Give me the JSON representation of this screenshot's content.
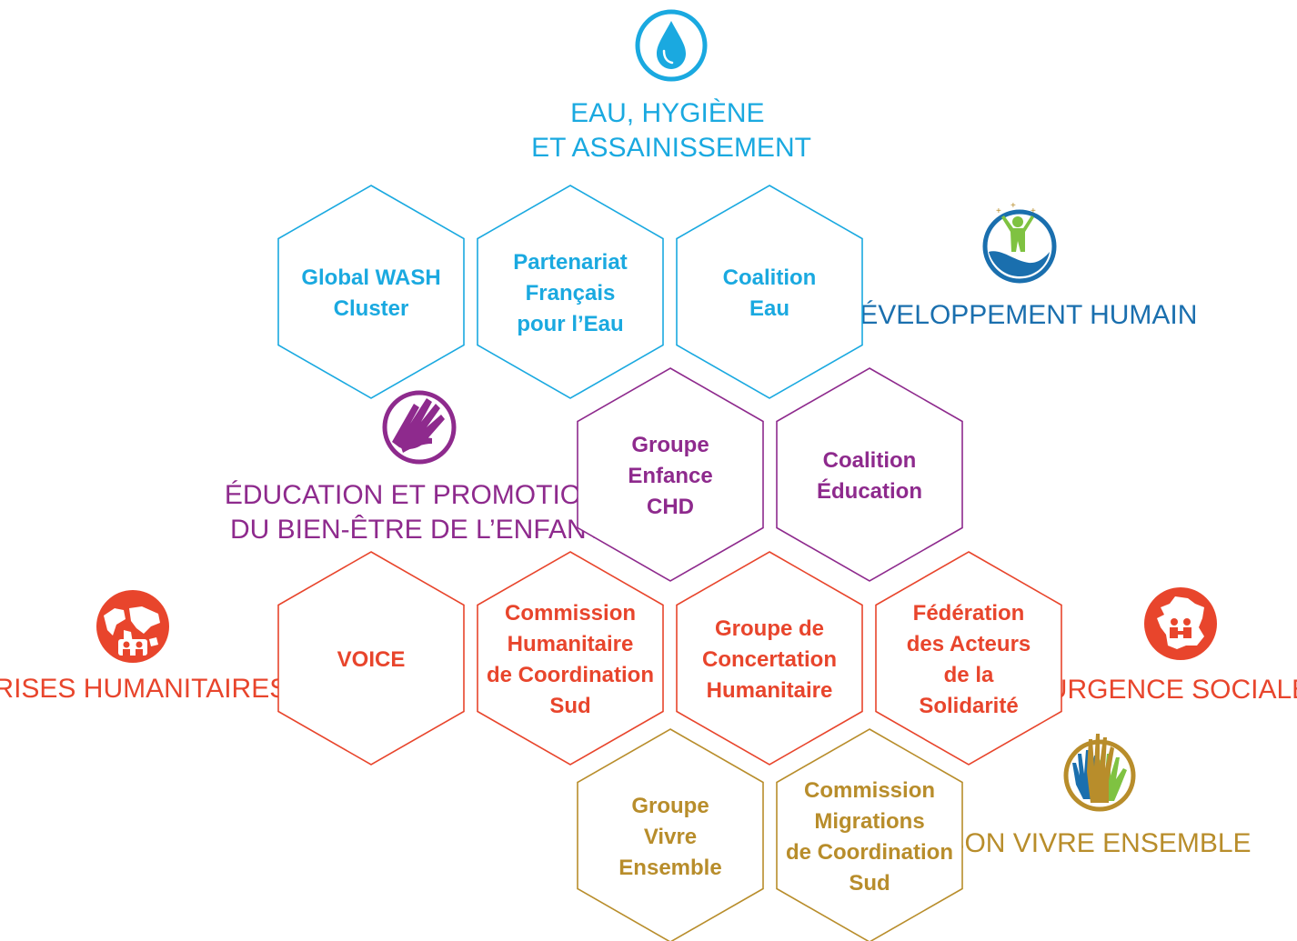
{
  "colors": {
    "water": "#1aa9e0",
    "education": "#8e2a8d",
    "crisis": "#e8452c",
    "living": "#b88d2b",
    "human_dev_blue": "#1a6fae",
    "human_dev_green": "#7fc241"
  },
  "categories": {
    "water": {
      "lines": [
        "EAU, HYGIÈNE",
        "ET ASSAINISSEMENT"
      ],
      "icon": "water-drop-icon"
    },
    "human_dev": {
      "lines": [
        "DÉVELOPPEMENT HUMAIN"
      ],
      "icon": "person-in-hand-icon"
    },
    "education": {
      "lines": [
        "ÉDUCATION ET PROMOTION",
        "DU BIEN-ÊTRE DE L’ENFANT"
      ],
      "icon": "child-hand-icon"
    },
    "crisis": {
      "lines": [
        "CRISES HUMANITAIRES"
      ],
      "icon": "world-map-icon"
    },
    "social": {
      "lines": [
        "URGENCE SOCIALE"
      ],
      "icon": "france-map-icon"
    },
    "living": {
      "lines": [
        "BON VIVRE ENSEMBLE"
      ],
      "icon": "raised-hands-icon"
    }
  },
  "hexagons": [
    {
      "lines": [
        "Global WASH",
        "Cluster"
      ],
      "category": "water"
    },
    {
      "lines": [
        "Partenariat",
        "Français",
        "pour l’Eau"
      ],
      "category": "water"
    },
    {
      "lines": [
        "Coalition",
        "Eau"
      ],
      "category": "water"
    },
    {
      "lines": [
        "Groupe",
        "Enfance",
        "CHD"
      ],
      "category": "education"
    },
    {
      "lines": [
        "Coalition",
        "Éducation"
      ],
      "category": "education"
    },
    {
      "lines": [
        "VOICE"
      ],
      "category": "crisis"
    },
    {
      "lines": [
        "Commission",
        "Humanitaire",
        "de Coordination",
        "Sud"
      ],
      "category": "crisis"
    },
    {
      "lines": [
        "Groupe de",
        "Concertation",
        "Humanitaire"
      ],
      "category": "crisis"
    },
    {
      "lines": [
        "Fédération",
        "des Acteurs",
        "de la",
        "Solidarité"
      ],
      "category": "crisis"
    },
    {
      "lines": [
        "Groupe",
        "Vivre",
        "Ensemble"
      ],
      "category": "living"
    },
    {
      "lines": [
        "Commission",
        "Migrations",
        "de Coordination",
        "Sud"
      ],
      "category": "living"
    }
  ]
}
